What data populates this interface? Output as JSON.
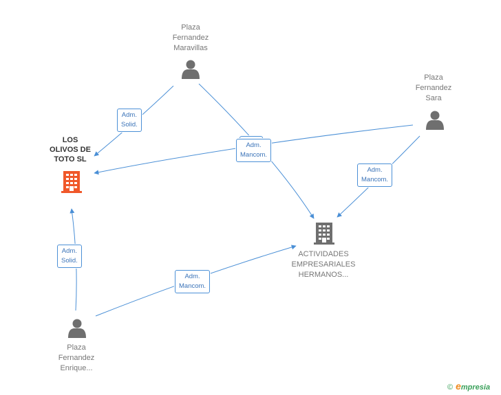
{
  "nodes": {
    "maravillas": {
      "label": "Plaza\nFernandez\nMaravillas",
      "kind": "person"
    },
    "sara": {
      "label": "Plaza\nFernandez\nSara",
      "kind": "person"
    },
    "enrique": {
      "label": "Plaza\nFernandez\nEnrique...",
      "kind": "person"
    },
    "olivos": {
      "label": "LOS\nOLIVOS DE\nTOTO SL",
      "kind": "company-main"
    },
    "actividades": {
      "label": "ACTIVIDADES\nEMPRESARIALES\nHERMANOS...",
      "kind": "company"
    }
  },
  "edges": [
    {
      "from": "maravillas",
      "to": "olivos",
      "label": "Adm.\nSolid."
    },
    {
      "from": "maravillas",
      "to": "actividades",
      "label": ""
    },
    {
      "from": "sara",
      "to": "olivos",
      "label": "Adm.\nMancom."
    },
    {
      "from": "sara",
      "to": "actividades",
      "label": "Adm.\nMancom."
    },
    {
      "from": "enrique",
      "to": "olivos",
      "label": "Adm.\nSolid."
    },
    {
      "from": "enrique",
      "to": "actividades",
      "label": "Adm.\nMancom."
    }
  ],
  "colors": {
    "edge": "#4a8fd6",
    "person": "#6f6f6f",
    "company": "#6f6f6f",
    "company_main": "#f0582a"
  },
  "brand": {
    "copyright": "©",
    "initial": "e",
    "name": "mpresia"
  }
}
